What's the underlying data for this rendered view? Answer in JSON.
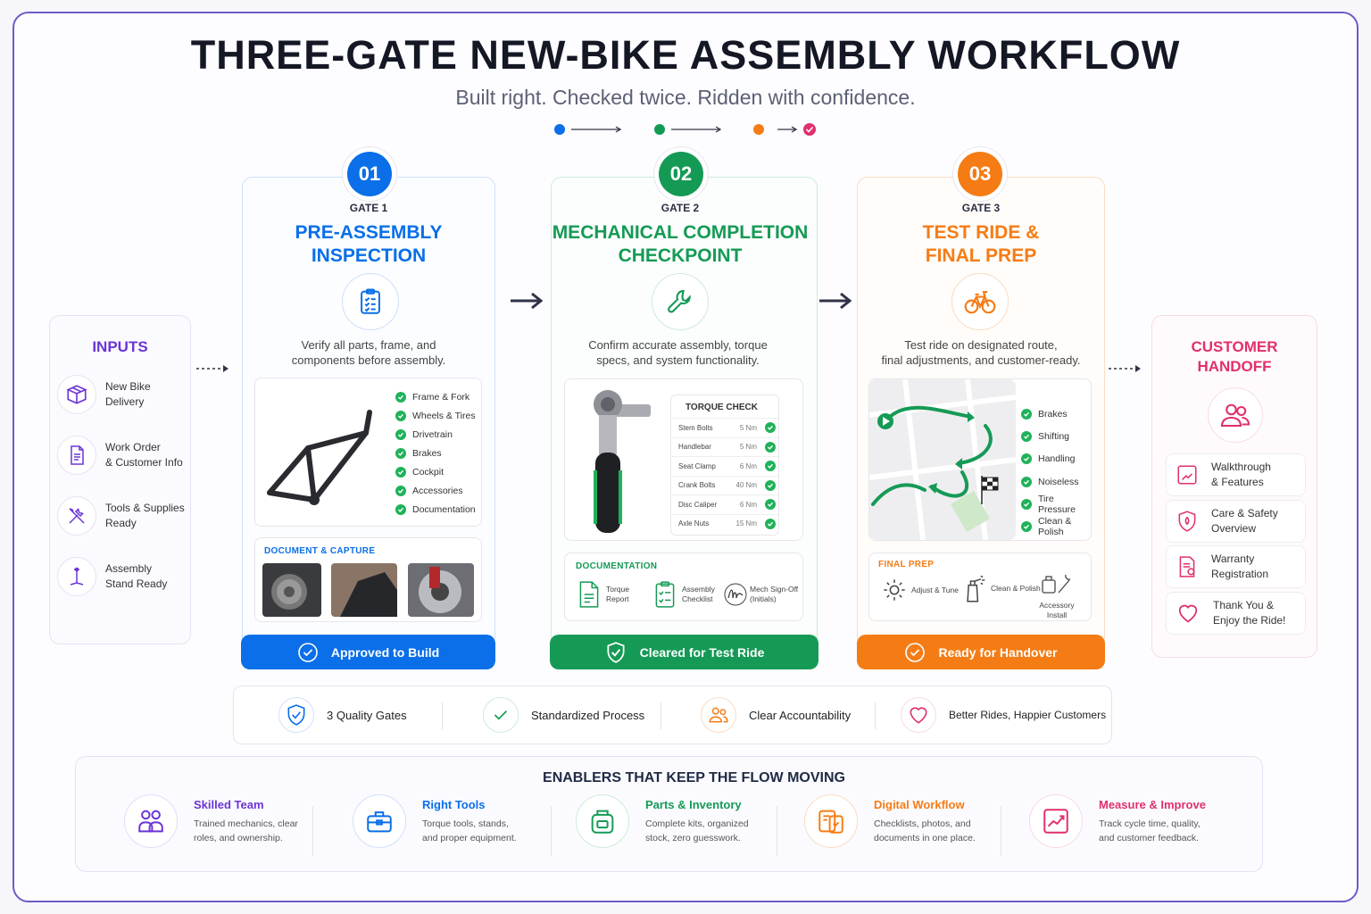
{
  "header": {
    "title": "THREE-GATE NEW-BIKE ASSEMBLY WORKFLOW",
    "subtitle": "Built right. Checked twice. Ridden with confidence."
  },
  "colors": {
    "blue": "#0a6fe8",
    "green": "#159a55",
    "orange": "#f57c15",
    "purple": "#6b35d6",
    "pink": "#e0306d"
  },
  "inputs": {
    "title": "INPUTS",
    "items": [
      {
        "line1": "New Bike",
        "line2": "Delivery",
        "icon": "package-icon"
      },
      {
        "line1": "Work Order",
        "line2": "& Customer Info",
        "icon": "document-icon"
      },
      {
        "line1": "Tools & Supplies",
        "line2": "Ready",
        "icon": "tools-icon"
      },
      {
        "line1": "Assembly",
        "line2": "Stand Ready",
        "icon": "stand-icon"
      }
    ]
  },
  "gates": [
    {
      "number": "01",
      "label": "GATE 1",
      "title_line1": "PRE-ASSEMBLY",
      "title_line2": "INSPECTION",
      "desc_line1": "Verify all parts, frame, and",
      "desc_line2": "components before assembly.",
      "checklist": [
        "Frame & Fork",
        "Wheels & Tires",
        "Drivetrain",
        "Brakes",
        "Cockpit",
        "Accessories",
        "Documentation"
      ],
      "section_label": "DOCUMENT & CAPTURE",
      "status": "Approved to Build"
    },
    {
      "number": "02",
      "label": "GATE 2",
      "title_line1": "MECHANICAL COMPLETION",
      "title_line2": "CHECKPOINT",
      "desc_line1": "Confirm accurate assembly, torque",
      "desc_line2": "specs, and system functionality.",
      "torque": {
        "title": "TORQUE CHECK",
        "rows": [
          {
            "part": "Stem Bolts",
            "value": "5 Nm"
          },
          {
            "part": "Handlebar",
            "value": "5 Nm"
          },
          {
            "part": "Seat Clamp",
            "value": "6 Nm"
          },
          {
            "part": "Crank Bolts",
            "value": "40 Nm"
          },
          {
            "part": "Disc Caliper",
            "value": "6 Nm"
          },
          {
            "part": "Axle Nuts",
            "value": "15 Nm"
          }
        ]
      },
      "section_label": "DOCUMENTATION",
      "docs": [
        {
          "line1": "Torque",
          "line2": "Report"
        },
        {
          "line1": "Assembly",
          "line2": "Checklist"
        },
        {
          "line1": "Mech Sign-Off",
          "line2": "(Initials)"
        }
      ],
      "status": "Cleared for Test Ride"
    },
    {
      "number": "03",
      "label": "GATE 3",
      "title_line1": "TEST RIDE &",
      "title_line2": "FINAL PREP",
      "desc_line1": "Test ride on designated route,",
      "desc_line2": "final adjustments, and customer-ready.",
      "checklist": [
        "Brakes",
        "Shifting",
        "Handling",
        "Noiseless",
        "Tire Pressure",
        "Clean & Polish"
      ],
      "section_label": "FINAL PREP",
      "prep": [
        {
          "line1": "Adjust & Tune",
          "line2": ""
        },
        {
          "line1": "Clean & Polish",
          "line2": ""
        },
        {
          "line1": "Accessory",
          "line2": "Install"
        }
      ],
      "status": "Ready for Handover"
    }
  ],
  "handoff": {
    "title_line1": "CUSTOMER",
    "title_line2": "HANDOFF",
    "items": [
      {
        "line1": "Walkthrough",
        "line2": "& Features",
        "icon": "tablet-icon"
      },
      {
        "line1": "Care & Safety",
        "line2": "Overview",
        "icon": "shield-icon"
      },
      {
        "line1": "Warranty",
        "line2": "Registration",
        "icon": "warranty-icon"
      },
      {
        "line1": "Thank You &",
        "line2": "Enjoy the Ride!",
        "icon": "heart-icon"
      }
    ]
  },
  "benefits": [
    {
      "label": "3 Quality Gates",
      "icon": "shield-check-icon"
    },
    {
      "label": "Standardized Process",
      "icon": "check-circle-icon"
    },
    {
      "label": "Clear Accountability",
      "icon": "people-icon"
    },
    {
      "label": "Better Rides, Happier Customers",
      "icon": "heart-icon"
    }
  ],
  "enablers": {
    "title": "ENABLERS THAT KEEP THE FLOW MOVING",
    "items": [
      {
        "title": "Skilled Team",
        "line1": "Trained mechanics, clear",
        "line2": "roles, and ownership.",
        "icon": "team-icon"
      },
      {
        "title": "Right Tools",
        "line1": "Torque tools, stands,",
        "line2": "and proper equipment.",
        "icon": "toolbox-icon"
      },
      {
        "title": "Parts & Inventory",
        "line1": "Complete kits, organized",
        "line2": "stock, zero guesswork.",
        "icon": "inventory-icon"
      },
      {
        "title": "Digital Workflow",
        "line1": "Checklists, photos, and",
        "line2": "documents in one place.",
        "icon": "digital-icon"
      },
      {
        "title": "Measure & Improve",
        "line1": "Track cycle time, quality,",
        "line2": "and customer feedback.",
        "icon": "chart-icon"
      }
    ]
  }
}
